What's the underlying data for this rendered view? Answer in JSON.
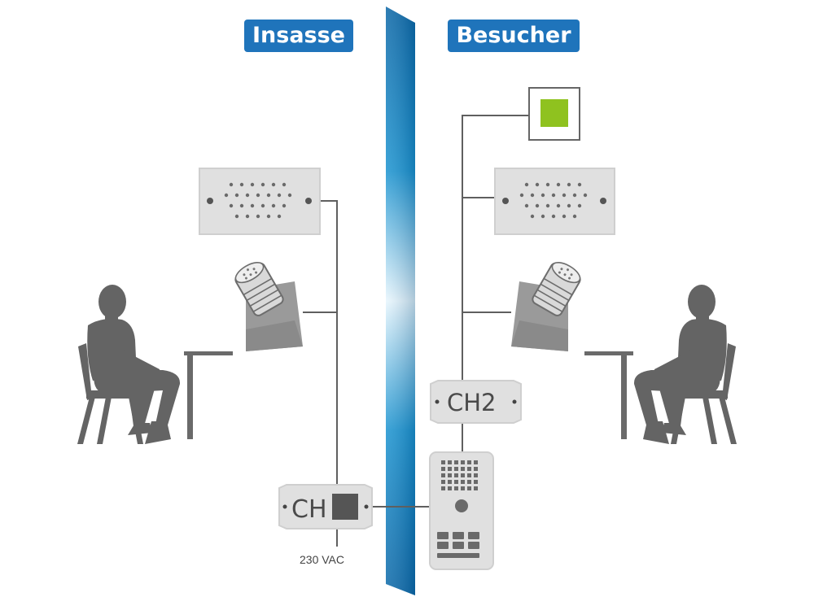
{
  "labels": {
    "occupant": "Insasse",
    "visitor": "Besucher",
    "central_unit": "CH",
    "channel_unit": "CH2",
    "power": "230 VAC"
  },
  "colors": {
    "badge": "#1f74bb",
    "device_fill": "#e0e0e0",
    "device_stroke": "#cfcfcf",
    "line": "#5f5f5f",
    "person": "#646464",
    "glass_dark": "#0a66a6",
    "glass_light": "#e8f6fd",
    "indicator": "#8fc21f"
  },
  "icons": [
    "person-icon",
    "speaker-icon",
    "microphone-icon",
    "indicator-light-icon",
    "door-station-icon",
    "table-icon"
  ]
}
